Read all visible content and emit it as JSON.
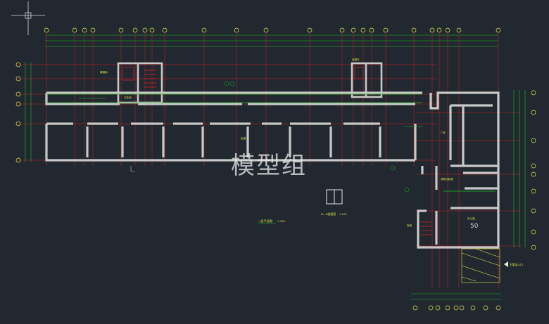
{
  "watermark": "模型组",
  "plan_title": "一层平面图",
  "plan_scale": "1:150",
  "section_title": "D—D剖面图",
  "section_scale": "1:100",
  "entrance_label": "主要出入口",
  "room_number": "50",
  "room_labels": [
    "楼梯间",
    "电梯厅",
    "卫生间",
    "门厅",
    "走廊",
    "办公室",
    "消防控制室",
    "库房"
  ],
  "colors": {
    "background": "#212830",
    "wall": "#c8c8c8",
    "axis": "#e02020",
    "dimension": "#20c020",
    "text": "#e6e64b",
    "accent": "#3a8cff"
  }
}
